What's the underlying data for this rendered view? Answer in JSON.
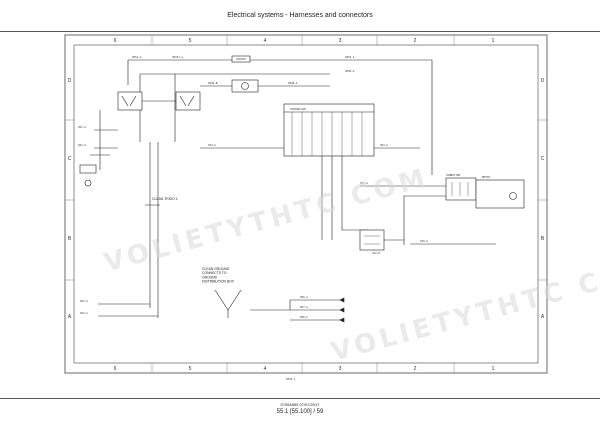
{
  "header": {
    "title": "Electrical systems - Harnesses and connectors"
  },
  "footer": {
    "code": "57064869 07/07/2017",
    "page": "55.1 [55.100] / 59"
  },
  "grid": {
    "columns_top": [
      "6",
      "5",
      "4",
      "3",
      "2",
      "1"
    ],
    "columns_bottom": [
      "6",
      "5",
      "4",
      "3",
      "2",
      "1"
    ],
    "rows_left": [
      "D",
      "C",
      "B",
      "A"
    ],
    "rows_right": [
      "D",
      "C",
      "B",
      "A"
    ]
  },
  "diagram": {
    "ground_note": "CLEAN GROUND\nCONNECTS TO\nGROUND\nDISTRIBUTION BOX",
    "splice_label": "CLEAN TRIGO 1",
    "bottom_ref": "X052_1"
  },
  "watermark": "VOLIETYTHTC COM"
}
